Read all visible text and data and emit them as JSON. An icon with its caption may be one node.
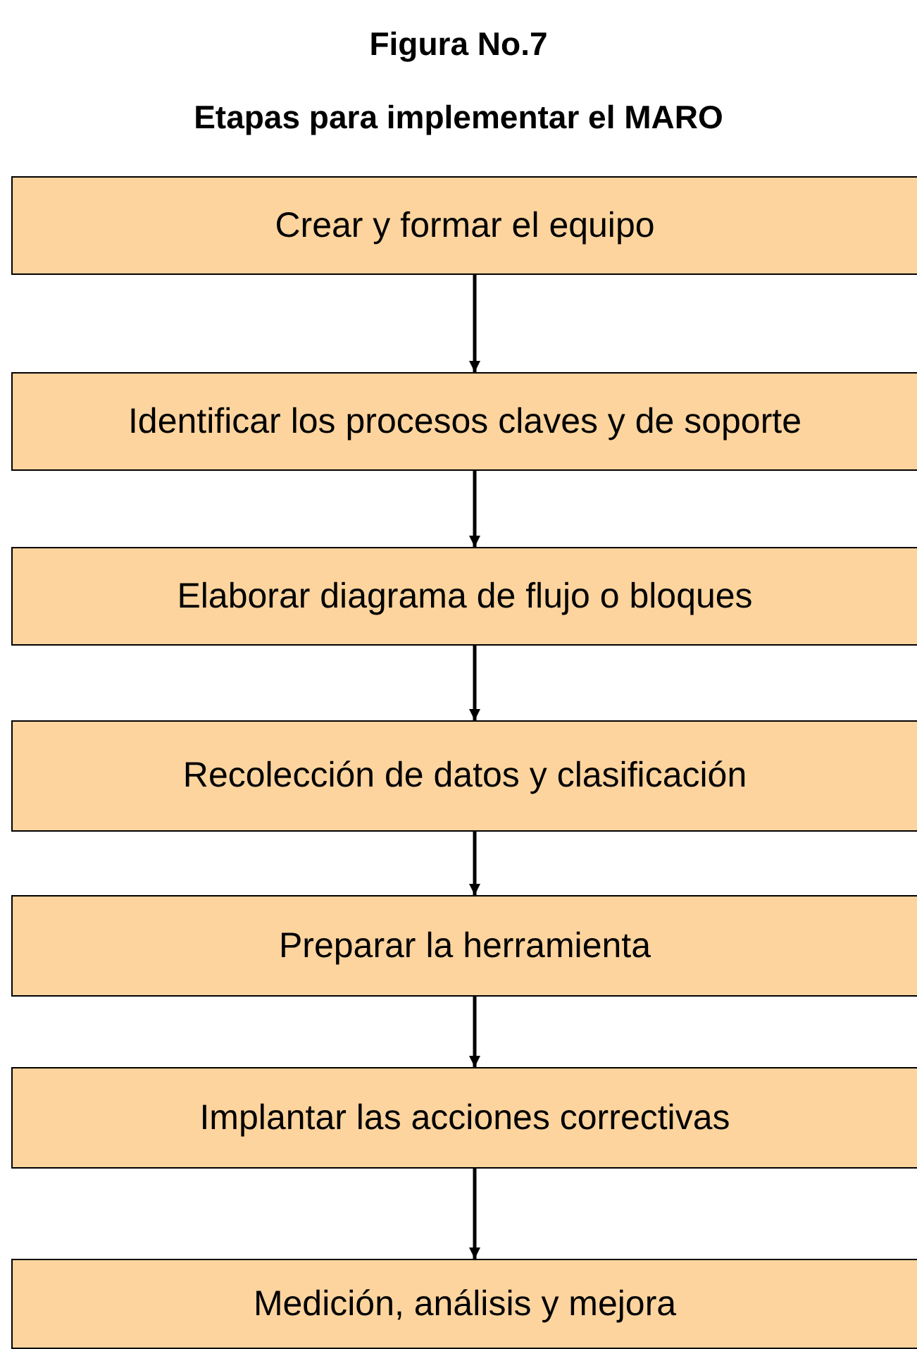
{
  "diagram": {
    "title": "Figura No.7",
    "caption": "Etapas para implementar el MARO",
    "nodes": [
      {
        "text": [
          "Crear y formar el equipo"
        ]
      },
      {
        "text": [
          "Identificar los procesos claves y de soporte"
        ]
      },
      {
        "text": [
          "Elaborar diagrama de flujo o bloques"
        ]
      },
      {
        "text": [
          "Recolección de datos y clasificación"
        ]
      },
      {
        "text": [
          "Preparar la herramienta"
        ]
      },
      {
        "text": [
          "Implantar las acciones correctivas"
        ]
      },
      {
        "text": [
          "Medición, análisis y mejora"
        ]
      }
    ],
    "edges": [
      {
        "from": 0,
        "to": 1,
        "arrow": "to"
      },
      {
        "from": 1,
        "to": 2,
        "arrow": "to"
      },
      {
        "from": 2,
        "to": 3,
        "arrow": "to"
      },
      {
        "from": 3,
        "to": 4,
        "arrow": "to"
      },
      {
        "from": 4,
        "to": 5,
        "arrow": "to"
      },
      {
        "from": 5,
        "to": 6,
        "arrow": "to"
      }
    ]
  }
}
